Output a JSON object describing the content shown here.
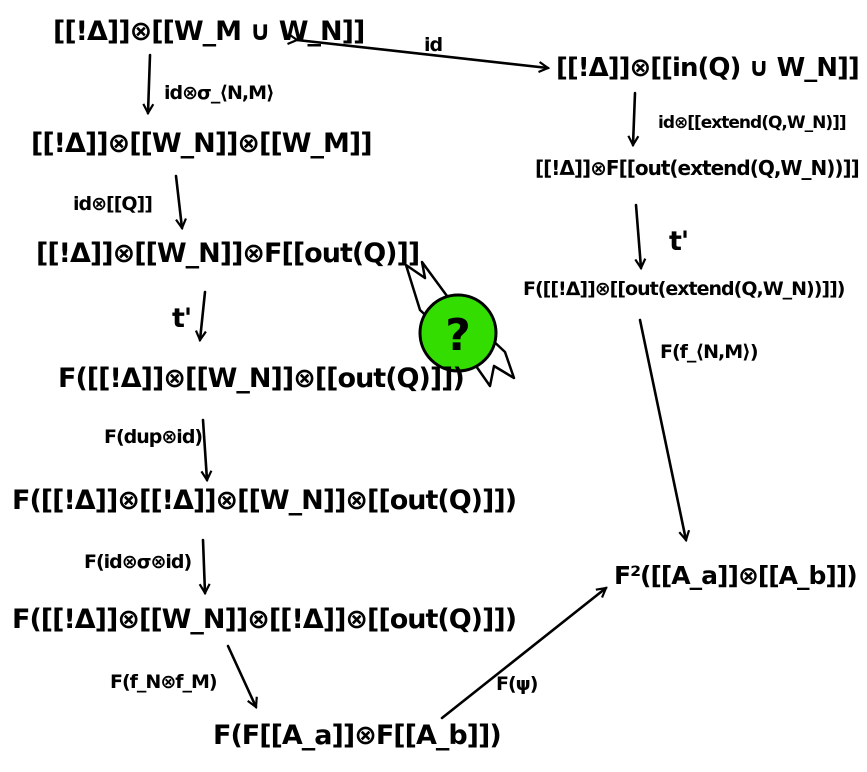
{
  "diagram": {
    "left": {
      "n1": "[[!Δ]]⊗[[W_M ∪ W_N]]",
      "e1": "id⊗σ_⟨N,M⟩",
      "n2": "[[!Δ]]⊗[[W_N]]⊗[[W_M]]",
      "e2": "id⊗[[Q]]",
      "n3": "[[!Δ]]⊗[[W_N]]⊗F[[out(Q)]]",
      "e3": "t'",
      "n4": "F([[!Δ]]⊗[[W_N]]⊗[[out(Q)]])",
      "e4": "F(dup⊗id)",
      "n5": "F([[!Δ]]⊗[[!Δ]]⊗[[W_N]]⊗[[out(Q)]])",
      "e5": "F(id⊗σ⊗id)",
      "n6": "F([[!Δ]]⊗[[W_N]]⊗[[!Δ]]⊗[[out(Q)]])",
      "e6": "F(f_N⊗f_M)",
      "n7": "F(F[[A_a]]⊗F[[A_b]])"
    },
    "top_edge": "id",
    "right": {
      "n1": "[[!Δ]]⊗[[in(Q) ∪ W_N]]",
      "e1": "id⊗[[extend(Q,W_N)]]",
      "n2": "[[!Δ]]⊗F[[out(extend(Q,W_N))]]",
      "e2": "t'",
      "n3": "F([[!Δ]]⊗[[out(extend(Q,W_N))]])",
      "e3": "F(f_⟨N,M⟩)",
      "n4": "F²([[A_a]]⊗[[A_b]])"
    },
    "bottom_edge": "F(ψ)",
    "badge": {
      "symbol": "?",
      "color": "#33dd00",
      "ribbon_color": "#ffffff",
      "outline_color": "#000000"
    }
  }
}
